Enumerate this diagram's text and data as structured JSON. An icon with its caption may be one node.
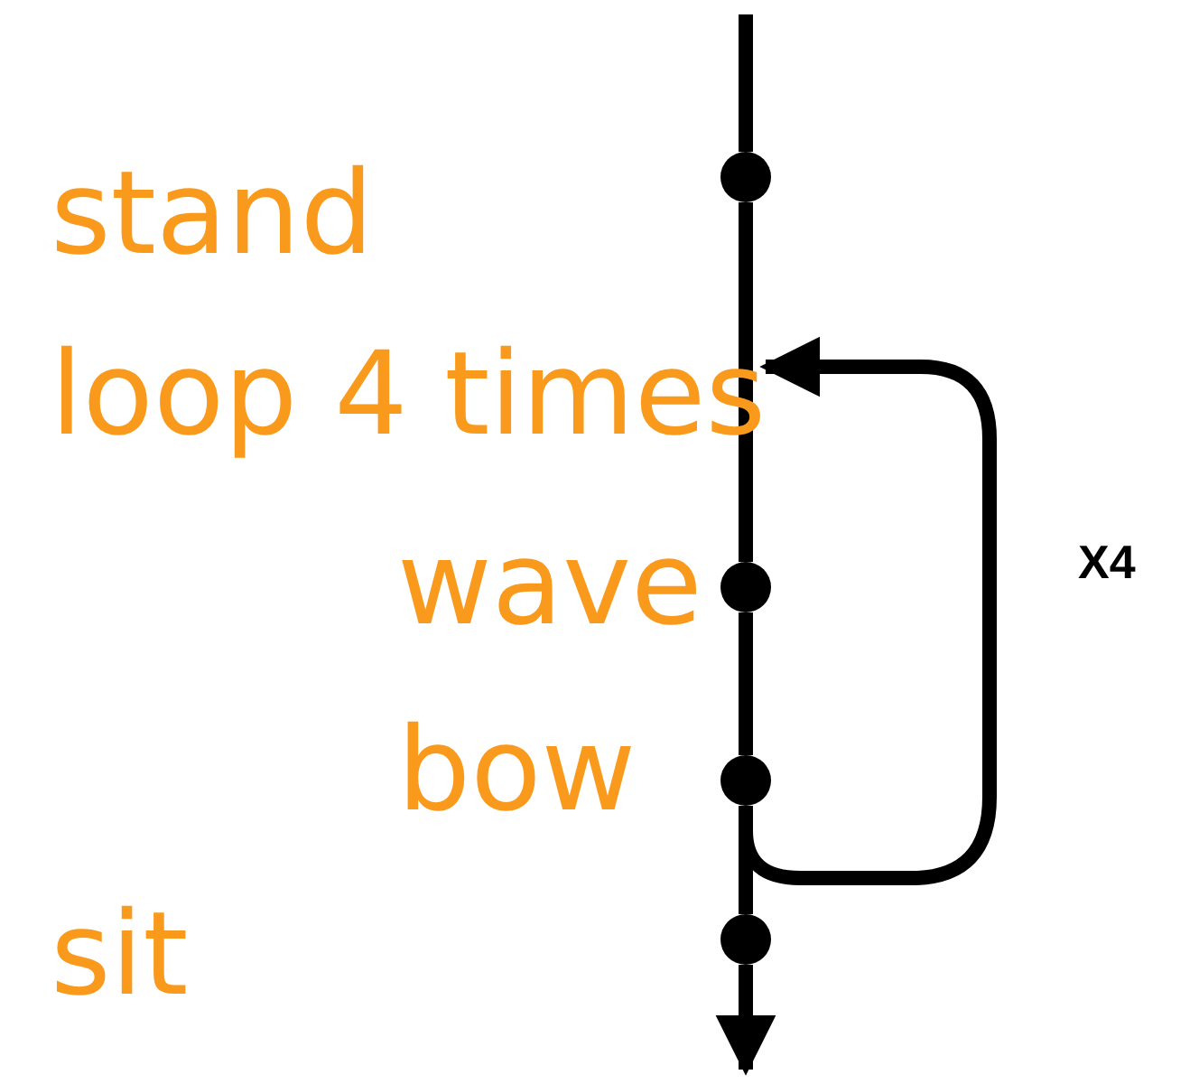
{
  "diagram": {
    "nodes": [
      {
        "text": [],
        "shape": "circle"
      },
      {
        "text": [
          "loop 4 times"
        ]
      },
      {
        "text": [],
        "shape": "circle",
        "beside": [
          "wave"
        ]
      },
      {
        "text": [],
        "shape": "circle",
        "beside": [
          "bow"
        ]
      },
      {
        "text": [],
        "shape": "circle"
      }
    ],
    "labels": [
      "stand",
      "sit"
    ],
    "edges": [
      {
        "from": null,
        "to": 0,
        "arrow": "none"
      },
      {
        "from": 0,
        "to": 2,
        "arrow": "none"
      },
      {
        "from": 2,
        "to": 3,
        "arrow": "none"
      },
      {
        "from": 3,
        "to": 4,
        "arrow": "none"
      },
      {
        "from": 4,
        "to": null,
        "arrow": "to"
      },
      {
        "from": 3,
        "to": 1,
        "arrow": "to",
        "label": "X4"
      }
    ]
  }
}
